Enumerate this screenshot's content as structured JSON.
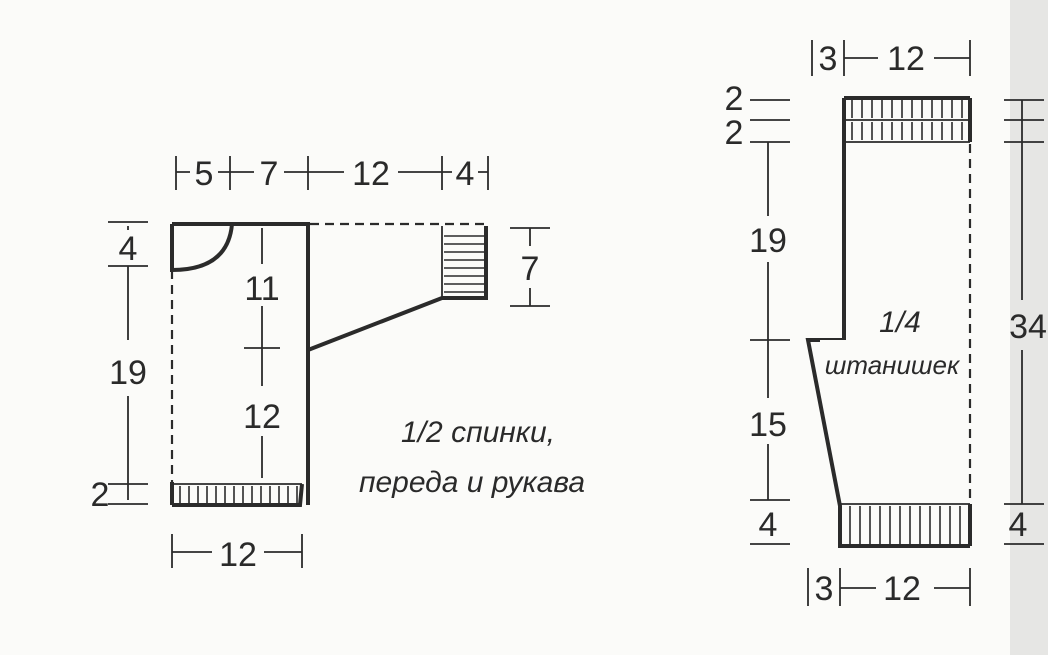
{
  "colors": {
    "ink": "#2b2b2b",
    "paper": "#fbfbf9",
    "margin_shadow": "#e3e3e1"
  },
  "back_piece": {
    "caption_line1": "1/2 спинки,",
    "caption_line2": "переда и рукава",
    "top_dims": [
      "5",
      "7",
      "12",
      "4"
    ],
    "left_dims": [
      "4",
      "19",
      "2"
    ],
    "inner_dims": [
      "11",
      "12"
    ],
    "sleeve_cuff_dim": "7",
    "bottom_dim": "12"
  },
  "pants_piece": {
    "caption_line1": "1/4",
    "caption_line2": "штанишек",
    "top_dims": [
      "3",
      "12"
    ],
    "left_dims": [
      "2",
      "2",
      "19",
      "15",
      "4"
    ],
    "right_dims": [
      "34",
      "4"
    ],
    "bottom_dims": [
      "3",
      "12"
    ]
  }
}
